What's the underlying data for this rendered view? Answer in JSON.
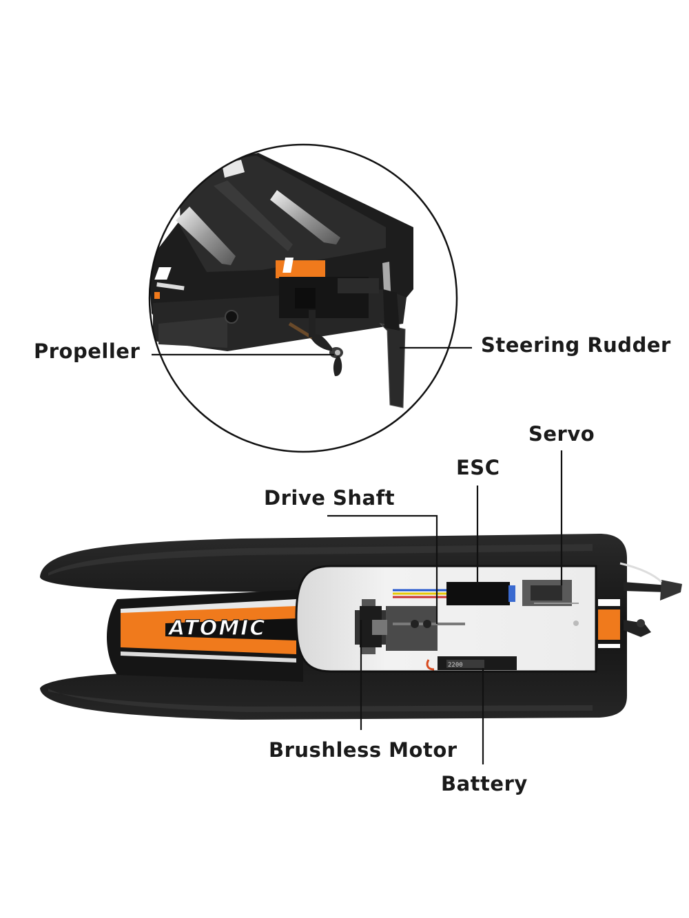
{
  "labels": {
    "propeller": "Propeller",
    "steering_rudder": "Steering Rudder",
    "servo": "Servo",
    "esc": "ESC",
    "drive_shaft": "Drive Shaft",
    "brushless_motor": "Brushless Motor",
    "battery": "Battery"
  },
  "boat": {
    "brand": "ATOMIC",
    "battery_marking": "2200"
  },
  "colors": {
    "hull": "#1b1b1b",
    "accent": "#f07a1c",
    "bay": "#e9e9e9",
    "line": "#111111"
  }
}
